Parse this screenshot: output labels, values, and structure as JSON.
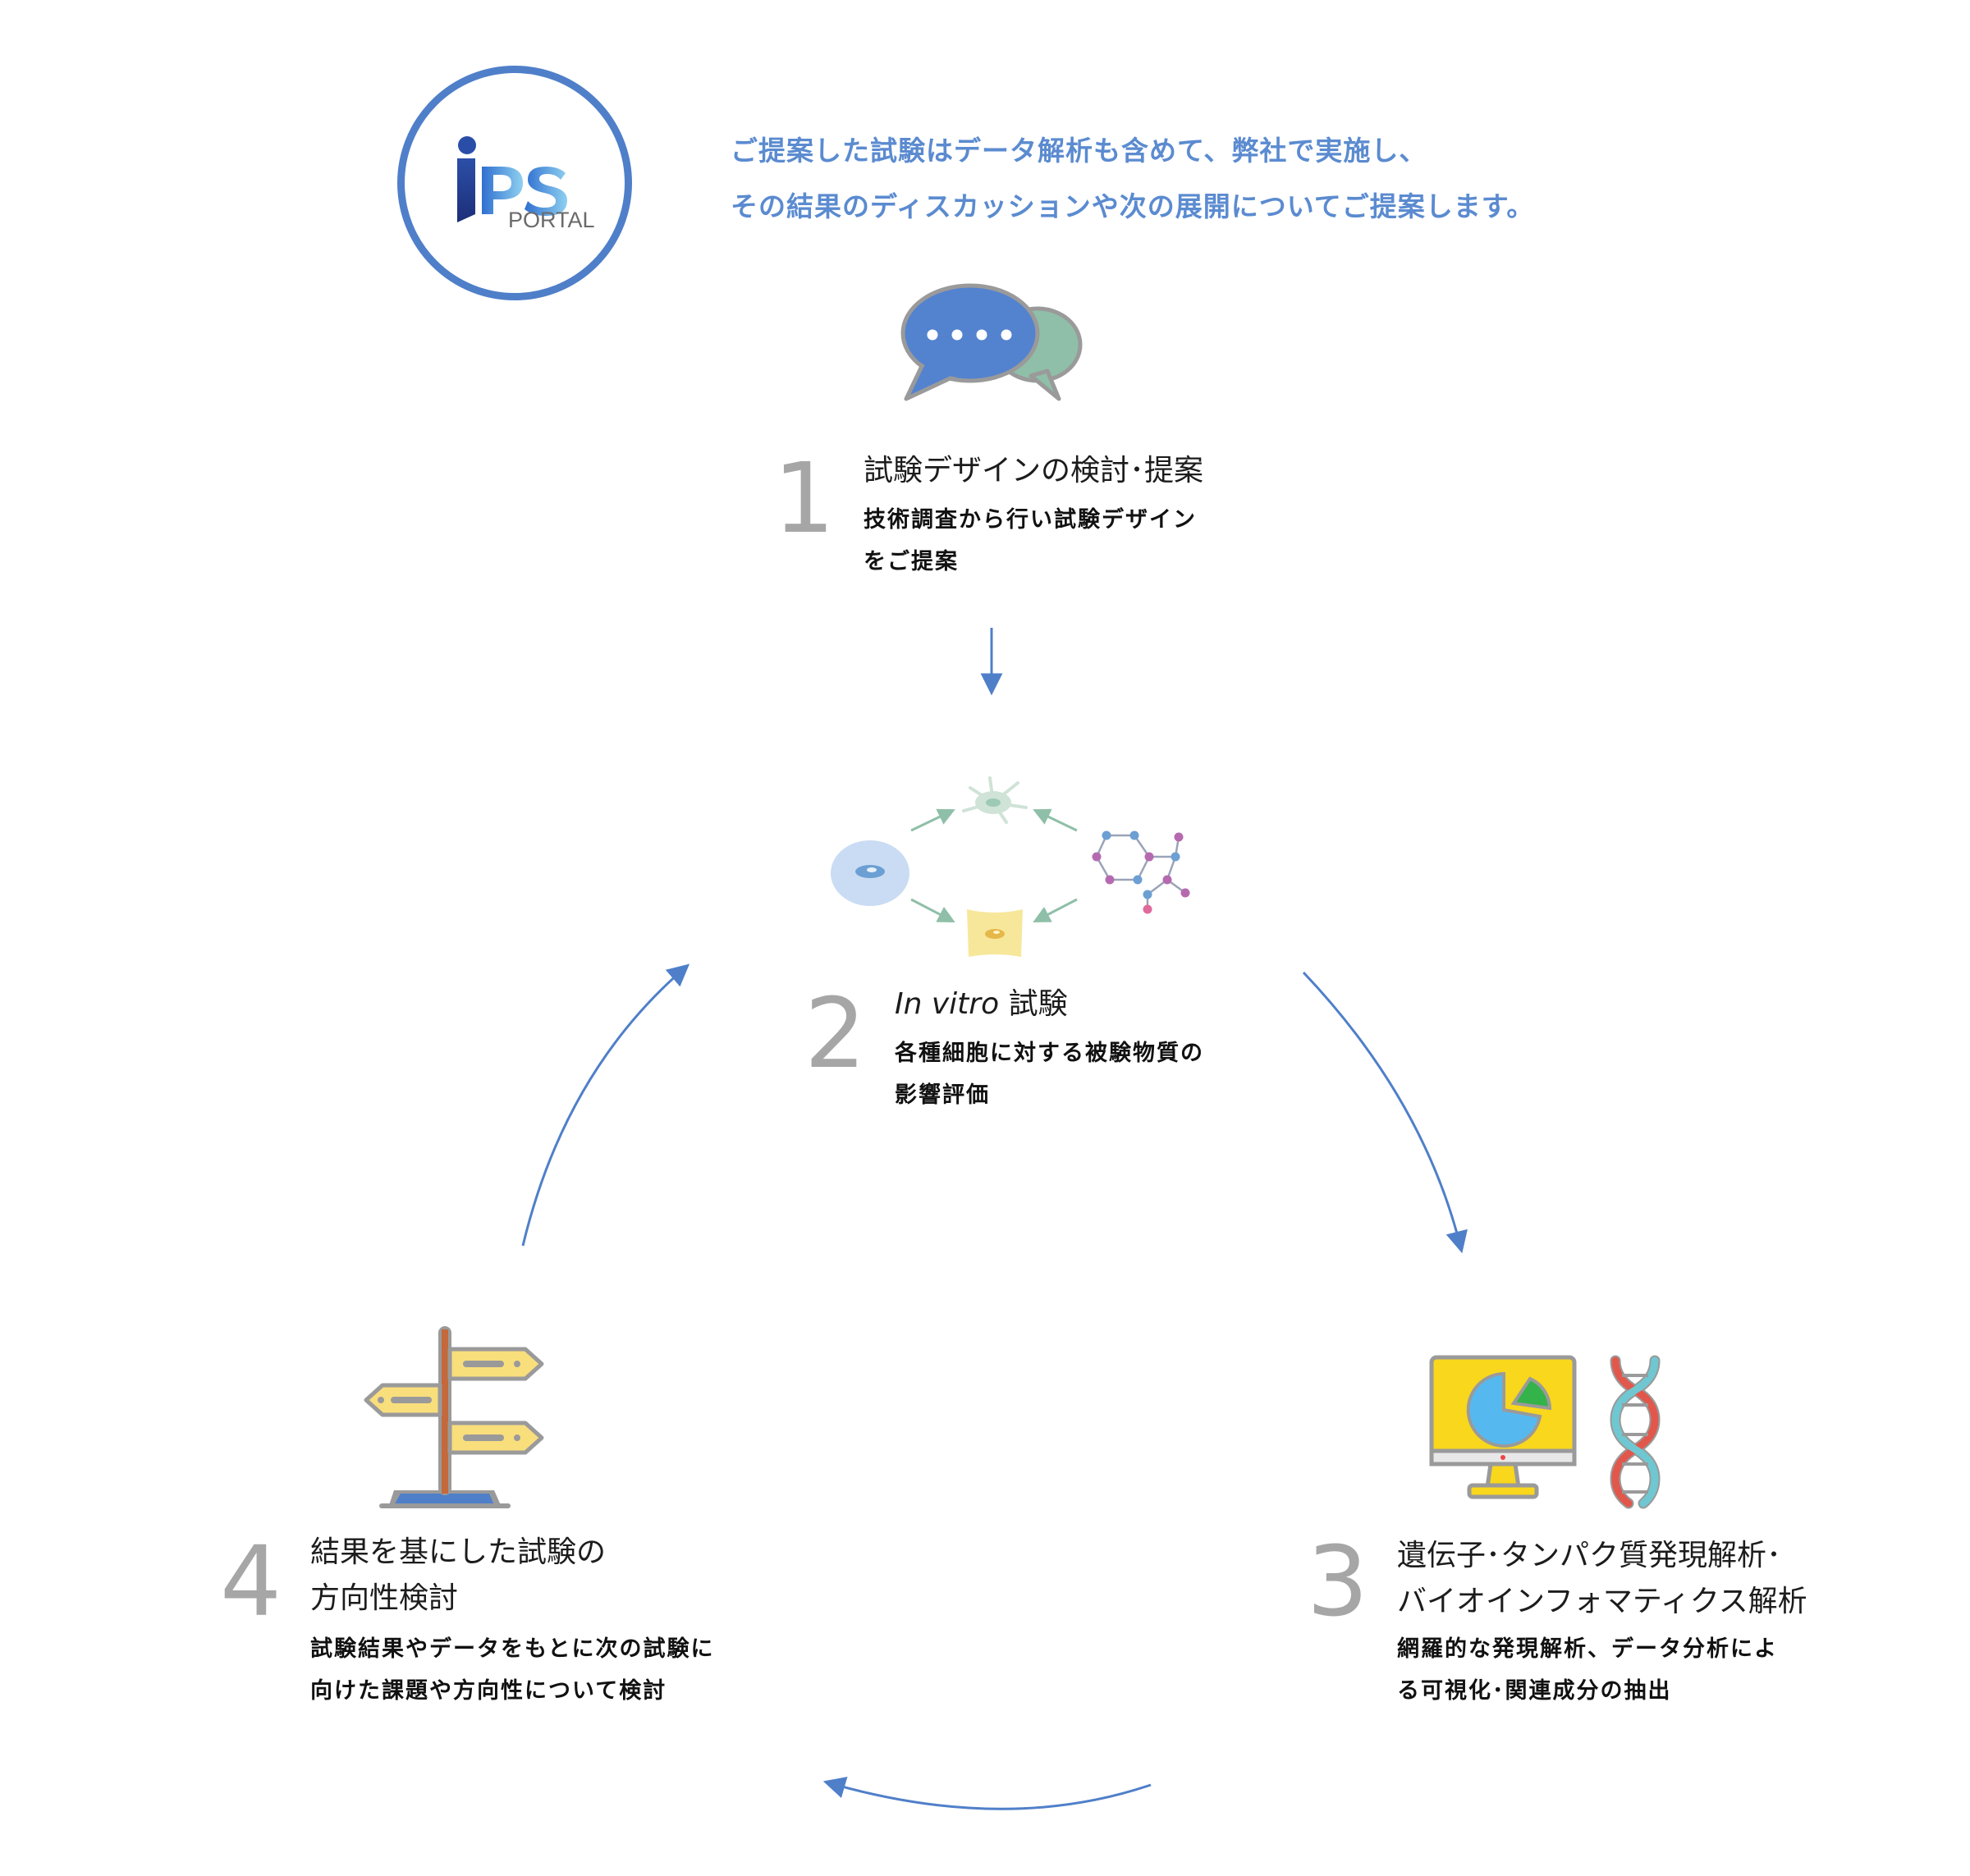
{
  "logo": {
    "brand": "iPS",
    "sub": "PORTAL"
  },
  "intro": {
    "line1": "ご提案した試験はデータ解析も含めて、弊社で実施し、",
    "line2": "その結果のディスカッションや次の展開についてご提案します。"
  },
  "steps": [
    {
      "number": "1",
      "title": "試験デザインの検討･提案",
      "desc": [
        "技術調査から行い試験デザイン",
        "をご提案"
      ],
      "icon": "speech-bubbles-icon"
    },
    {
      "number": "2",
      "title_em": "In vitro",
      "title": " 試験",
      "desc": [
        "各種細胞に対する被験物質の",
        "影響評価"
      ],
      "icon": "cells-molecule-icon"
    },
    {
      "number": "3",
      "title": [
        "遺伝子･タンパク質発現解析･",
        "バイオインフォマティクス解析"
      ],
      "desc": [
        "網羅的な発現解析、データ分析によ",
        "る可視化･関連成分の抽出"
      ],
      "icon": "monitor-dna-icon"
    },
    {
      "number": "4",
      "title": [
        "結果を基にした試験の",
        "方向性検討"
      ],
      "desc": [
        "試験結果やデータをもとに次の試験に",
        "向けた課題や方向性について検討"
      ],
      "icon": "signpost-icon"
    }
  ],
  "colors": {
    "accent": "#4f7fc9",
    "intro_text": "#5b8bd0",
    "number_gray": "#a6a6a6",
    "arrow_green": "#8fbfa8"
  }
}
